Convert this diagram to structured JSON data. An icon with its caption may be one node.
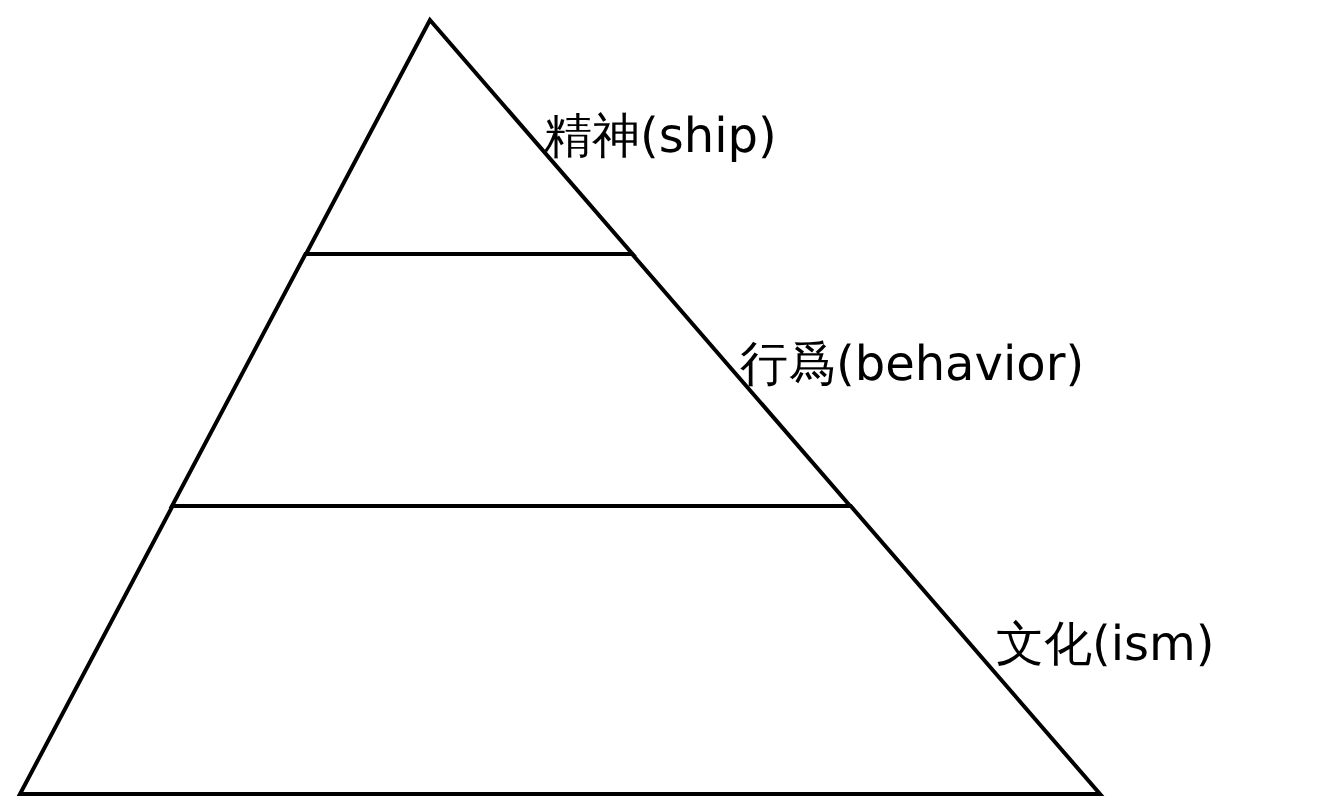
{
  "diagram": {
    "nodes": [
      {
        "text": [
          "精神(ship)"
        ]
      },
      {
        "text": [
          "行爲(behavior)"
        ]
      },
      {
        "text": [
          "文化(ism)"
        ]
      }
    ]
  }
}
